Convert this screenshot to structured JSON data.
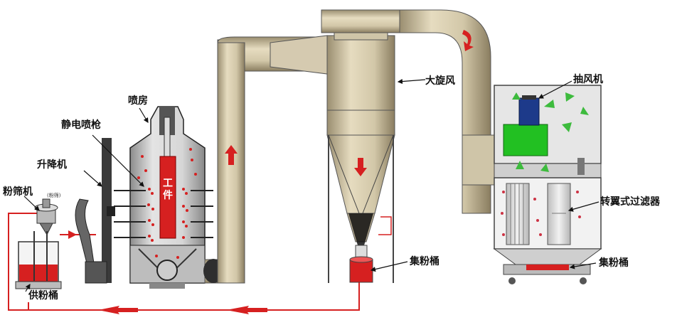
{
  "labels": {
    "spray_booth": "喷房",
    "electrostatic_gun": "静电喷枪",
    "lifter": "升降机",
    "powder_sieve": "粉筛机",
    "sieve_tag": "(粉筛)",
    "supply_bucket": "供粉桶",
    "workpiece": "工件",
    "big_cyclone": "大旋风",
    "exhaust_fan": "抽风机",
    "cartridge_filter": "转翼式过滤器",
    "collect_bucket_1": "集粉桶",
    "collect_bucket_2": "集粉桶"
  },
  "colors": {
    "duct": "#d8cfb4",
    "duct_dark": "#8d8064",
    "booth": "#cfcfcf",
    "red": "#d62020",
    "fan_green": "#22c022",
    "arrow_green": "#3dbb3d"
  }
}
